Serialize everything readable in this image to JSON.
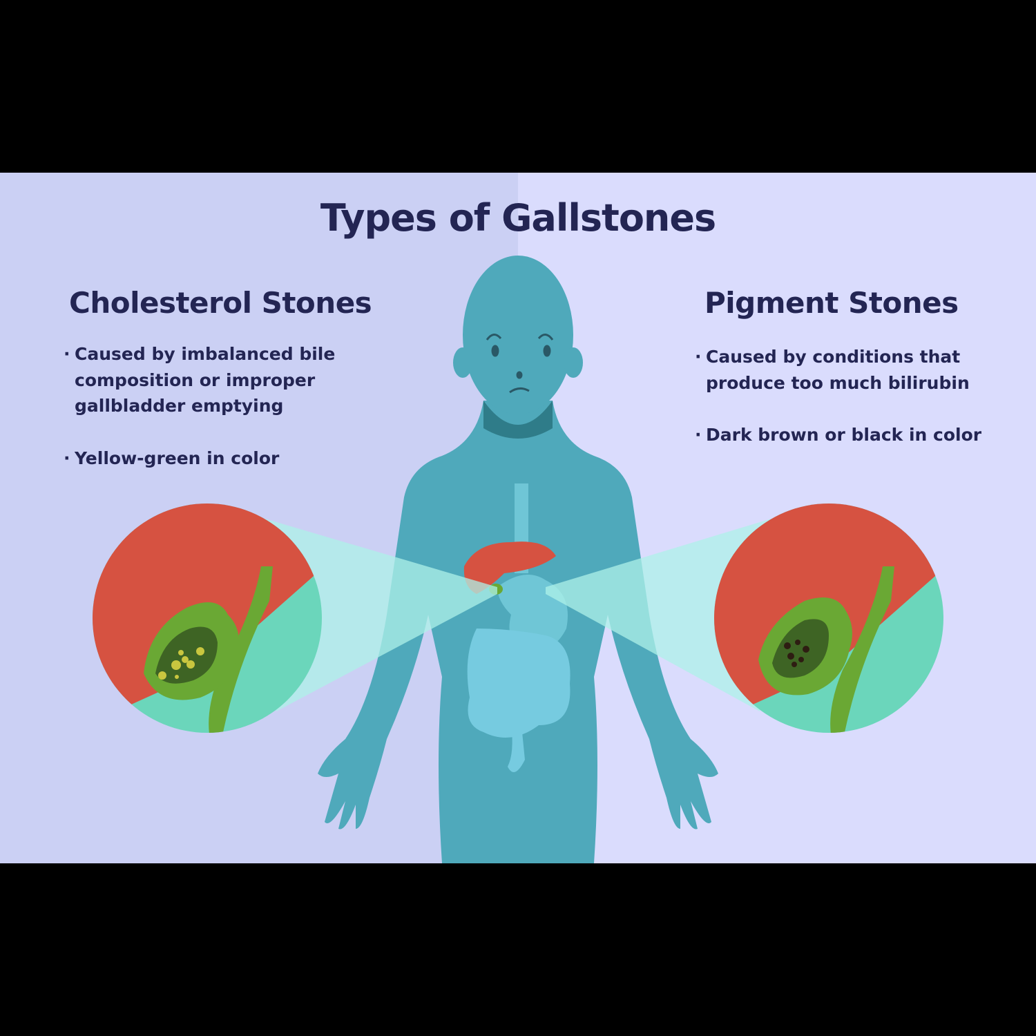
{
  "title": "Types of Gallstones",
  "colors": {
    "left_background": "#cbd0f4",
    "right_background": "#dadcfd",
    "text": "#232553",
    "body": "#4fa9bb",
    "liver": "#d65241",
    "gallbladder": "#6aa834",
    "cholesterol_stone": "#c9c63f",
    "pigment_stone": "#2e1d12",
    "beam": "#aef2e8"
  },
  "left": {
    "heading": "Cholesterol Stones",
    "bullets": [
      "Caused by imbalanced bile composition or improper gallbladder emptying",
      "Yellow-green in color"
    ],
    "icon": "gallbladder-cholesterol-stones-icon"
  },
  "right": {
    "heading": "Pigment Stones",
    "bullets": [
      "Caused by conditions that produce too much bilirubin",
      "Dark brown or black in color"
    ],
    "icon": "gallbladder-pigment-stones-icon"
  }
}
